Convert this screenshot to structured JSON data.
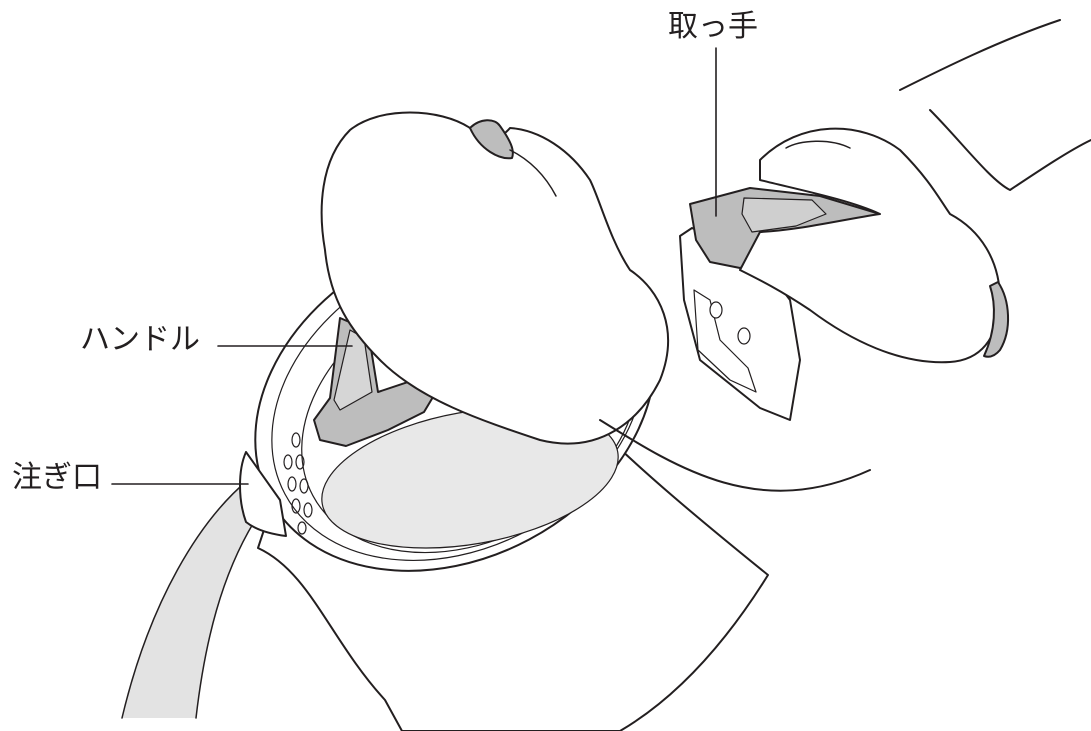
{
  "labels": {
    "grip": "取っ手",
    "handle": "ハンドル",
    "spout": "注ぎ口"
  },
  "colors": {
    "line": "#231f20",
    "body": "#ffffff",
    "part_gray": "#bdbdbd",
    "interior_gray": "#e8e8e8",
    "stream_gray": "#e3e3e3"
  }
}
